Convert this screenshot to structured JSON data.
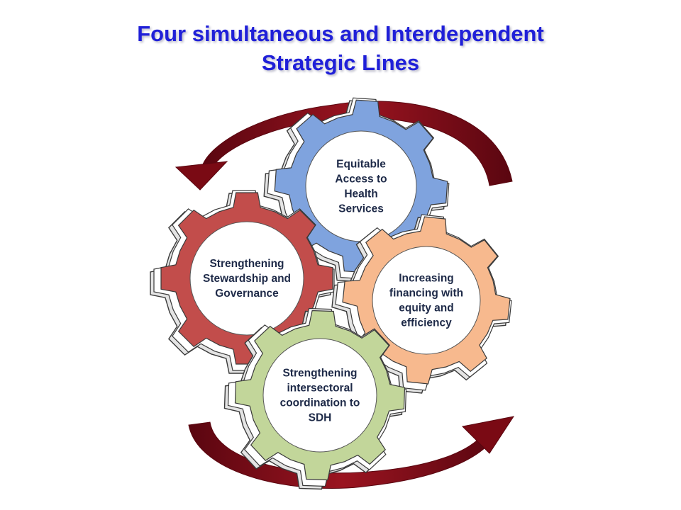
{
  "title": {
    "line1": "Four simultaneous and Interdependent",
    "line2": "Strategic Lines"
  },
  "colors": {
    "title": "#2020d8",
    "arrow": "#7a0a14",
    "gear_outline": "#3a3a3a"
  },
  "gears": [
    {
      "id": "access",
      "fill": "#7fa3de",
      "lines": [
        "Equitable",
        "Access  to",
        "Health",
        "Services"
      ]
    },
    {
      "id": "stewardship",
      "fill": "#c24d4b",
      "lines": [
        "Strengthening",
        "Stewardship and",
        "Governance"
      ]
    },
    {
      "id": "financing",
      "fill": "#f7b98e",
      "lines": [
        "Increasing",
        "financing with",
        "equity  and",
        "efficiency"
      ]
    },
    {
      "id": "intersectoral",
      "fill": "#c2d69a",
      "lines": [
        "Strengthening",
        "intersectoral",
        "coordination to",
        "SDH"
      ]
    }
  ]
}
